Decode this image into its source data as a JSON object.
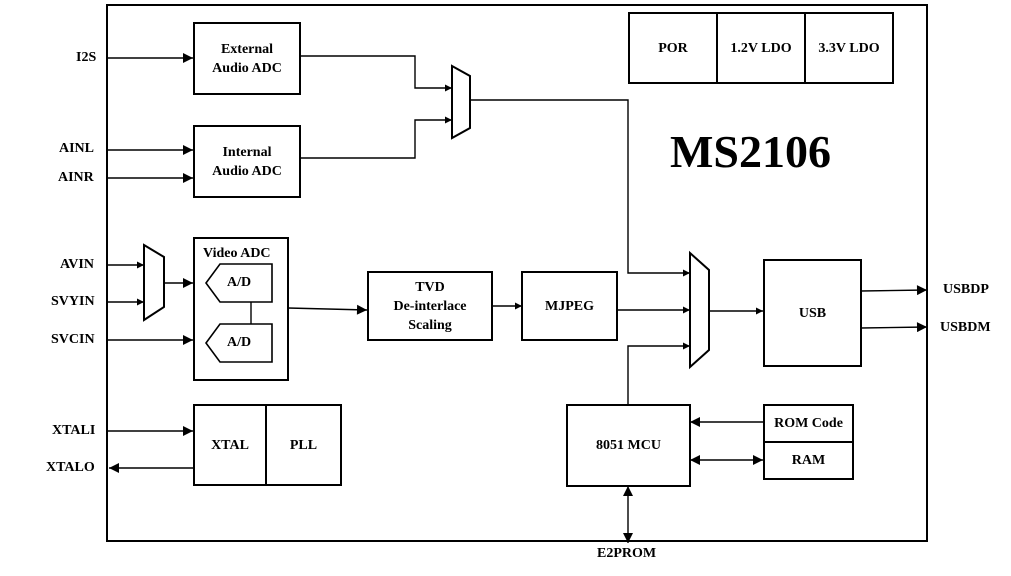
{
  "chip": {
    "name": "MS2106"
  },
  "power": {
    "por": "POR",
    "ldo12": "1.2V LDO",
    "ldo33": "3.3V LDO"
  },
  "blocks": {
    "ext_adc": [
      "External",
      "Audio ADC"
    ],
    "int_adc": [
      "Internal",
      "Audio ADC"
    ],
    "video_adc": "Video ADC",
    "ad_top": "A/D",
    "ad_bottom": "A/D",
    "tvd": [
      "TVD",
      "De-interlace",
      "Scaling"
    ],
    "mjpeg": "MJPEG",
    "usb": "USB",
    "xtal": "XTAL",
    "pll": "PLL",
    "mcu": "8051 MCU",
    "rom": "ROM Code",
    "ram": "RAM"
  },
  "pins": {
    "i2s": "I2S",
    "ainl": "AINL",
    "ainr": "AINR",
    "avin": "AVIN",
    "svyin": "SVYIN",
    "svcin": "SVCIN",
    "xtali": "XTALI",
    "xtalo": "XTALO",
    "usbdp": "USBDP",
    "usbdm": "USBDM",
    "e2prom": "E2PROM"
  }
}
